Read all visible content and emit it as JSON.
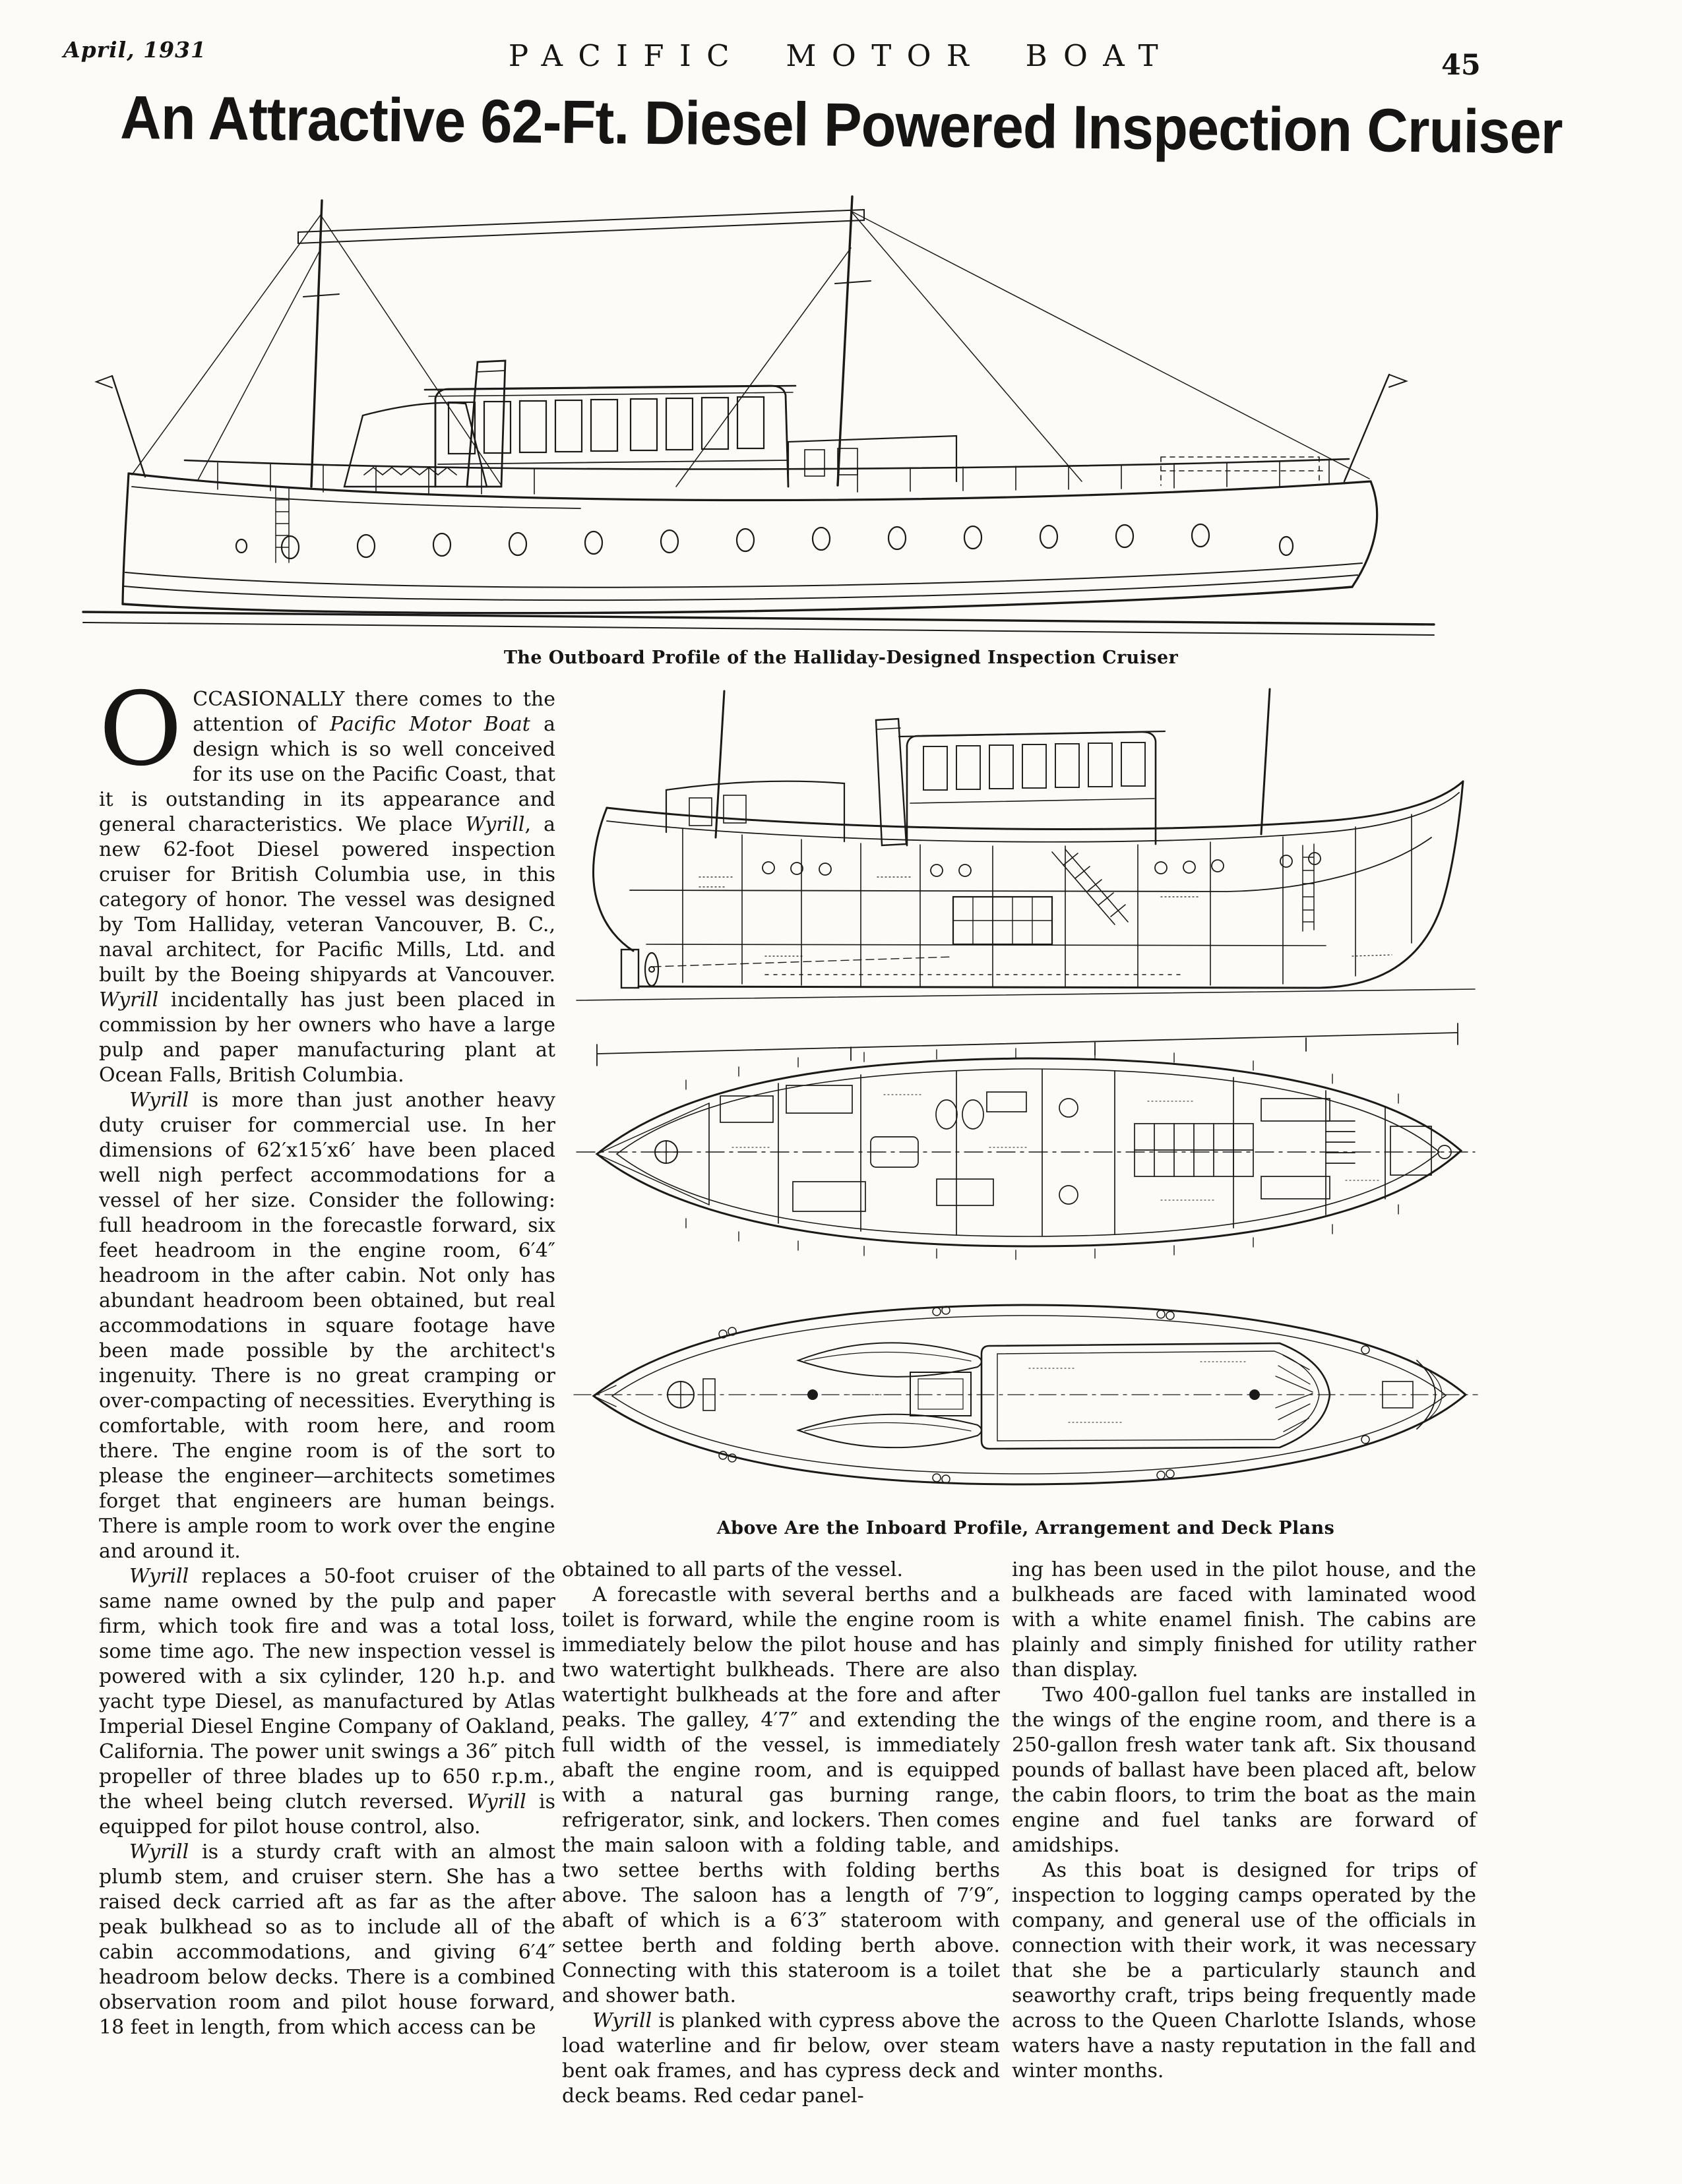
{
  "page": {
    "date": "April, 1931",
    "magazine": "PACIFIC MOTOR BOAT",
    "page_number": "45"
  },
  "headline": "An Attractive 62-Ft. Diesel Powered Inspection Cruiser",
  "figures": {
    "outboard_caption": "The Outboard Profile of the Halliday-Designed Inspection Cruiser",
    "plans_caption": "Above Are the Inboard Profile, Arrangement and Deck Plans"
  },
  "article": {
    "dropcap": "O",
    "left": {
      "p1": "CCASIONALLY there comes to the attention of *Pacific Motor Boat* a design which is so well conceived for its use on the Pacific Coast, that it is outstanding in its appearance and general characteristics. We place *Wyrill*, a new 62-foot Diesel powered inspection cruiser for British Columbia use, in this category of honor. The vessel was designed by Tom Halliday, veteran Vancouver, B. C., naval architect, for Pacific Mills, Ltd. and built by the Boeing shipyards at Vancouver. *Wyrill* incidentally has just been placed in commission by her owners who have a large pulp and paper manufacturing plant at Ocean Falls, British Columbia.",
      "p2": "*Wyrill* is more than just another heavy duty cruiser for commercial use. In her dimensions of 62′x15′x6′ have been placed well nigh perfect accommodations for a vessel of her size. Consider the following: full headroom in the forecastle forward, six feet headroom in the engine room, 6′4″ headroom in the after cabin. Not only has abundant headroom been obtained, but real accommodations in square footage have been made possible by the architect's ingenuity. There is no great cramping or over-compacting of necessities. Everything is comfortable, with room here, and room there. The engine room is of the sort to please the engineer—architects sometimes forget that engineers are human beings. There is ample room to work over the engine and around it.",
      "p3": "*Wyrill* replaces a 50-foot cruiser of the same name owned by the pulp and paper firm, which took fire and was a total loss, some time ago. The new inspection vessel is powered with a six cylinder, 120 h.p. and yacht type Diesel, as manufactured by Atlas Imperial Diesel Engine Company of Oakland, California. The power unit swings a 36″ pitch propeller of three blades up to 650 r.p.m., the wheel being clutch reversed. *Wyrill* is equipped for pilot house control, also.",
      "p4": "*Wyrill* is a sturdy craft with an almost plumb stem, and cruiser stern. She has a raised deck carried aft as far as the after peak bulkhead so as to include all of the cabin accommodations, and giving 6′4″ headroom below decks. There is a combined observation room and pilot house forward, 18 feet in length, from which access can be"
    },
    "middle": {
      "p1": "obtained to all parts of the vessel.",
      "p2": "A forecastle with several berths and a toilet is forward, while the engine room is immediately below the pilot house and has two watertight bulkheads. There are also watertight bulkheads at the fore and after peaks. The galley, 4′7″ and extending the full width of the vessel, is immediately abaft the engine room, and is equipped with a natural gas burning range, refrigerator, sink, and lockers. Then comes the main saloon with a folding table, and two settee berths with folding berths above. The saloon has a length of 7′9″, abaft of which is a 6′3″ stateroom with settee berth and folding berth above. Connecting with this stateroom is a toilet and shower bath.",
      "p3": "*Wyrill* is planked with cypress above the load waterline and fir below, over steam bent oak frames, and has cypress deck and deck beams. Red cedar panel-"
    },
    "right": {
      "p1": "ing has been used in the pilot house, and the bulkheads are faced with laminated wood with a white enamel finish. The cabins are plainly and simply finished for utility rather than display.",
      "p2": "Two 400-gallon fuel tanks are installed in the wings of the engine room, and there is a 250-gallon fresh water tank aft. Six thousand pounds of ballast have been placed aft, below the cabin floors, to trim the boat as the main engine and fuel tanks are forward of amidships.",
      "p3": "As this boat is designed for trips of inspection to logging camps operated by the company, and general use of the officials in connection with their work, it was necessary that she be a particularly staunch and seaworthy craft, trips being frequently made across to the Queen Charlotte Islands, whose waters have a nasty reputation in the fall and winter months."
    }
  }
}
